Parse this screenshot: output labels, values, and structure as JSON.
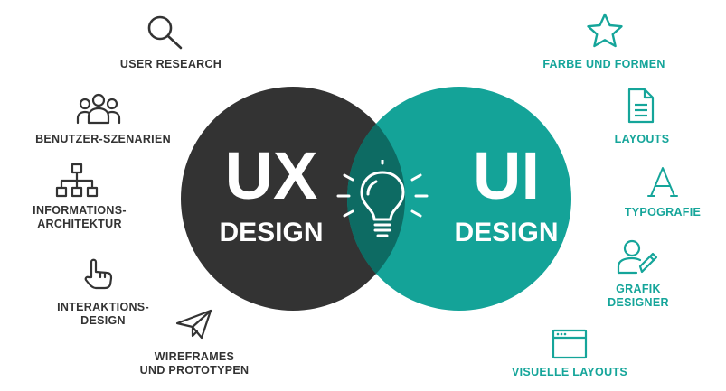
{
  "ux": {
    "title": "UX",
    "subtitle": "DESIGN"
  },
  "ui": {
    "title": "UI",
    "subtitle": "DESIGN"
  },
  "left_items": {
    "user_research": "USER RESEARCH",
    "szenarien": "BENUTZER-SZENARIEN",
    "info_line1": "INFORMATIONS-",
    "info_line2": "ARCHITEKTUR",
    "interaktion_line1": "INTERAKTIONS-",
    "interaktion_line2": "DESIGN",
    "wire_line1": "WIREFRAMES",
    "wire_line2": "UND PROTOTYPEN"
  },
  "right_items": {
    "farbe": "FARBE UND FORMEN",
    "layouts": "LAYOUTS",
    "typografie": "TYPOGRAFIE",
    "grafik_line1": "GRAFIK",
    "grafik_line2": "DESIGNER",
    "visuelle": "VISUELLE LAYOUTS"
  },
  "icons": {
    "user_research": "magnifier-icon",
    "szenarien": "user-group-icon",
    "info": "sitemap-icon",
    "interaktion": "pointing-hand-icon",
    "wire": "paper-plane-icon",
    "farbe": "star-icon",
    "layouts": "document-icon",
    "typografie": "letter-a-icon",
    "grafik": "user-pencil-icon",
    "visuelle": "browser-window-icon",
    "center": "light-bulb-icon"
  },
  "colors": {
    "ux_circle": "#333333",
    "ui_circle": "#14a398",
    "overlap": "#0d6b63",
    "left_text": "#333333",
    "right_text": "#15a59a"
  }
}
